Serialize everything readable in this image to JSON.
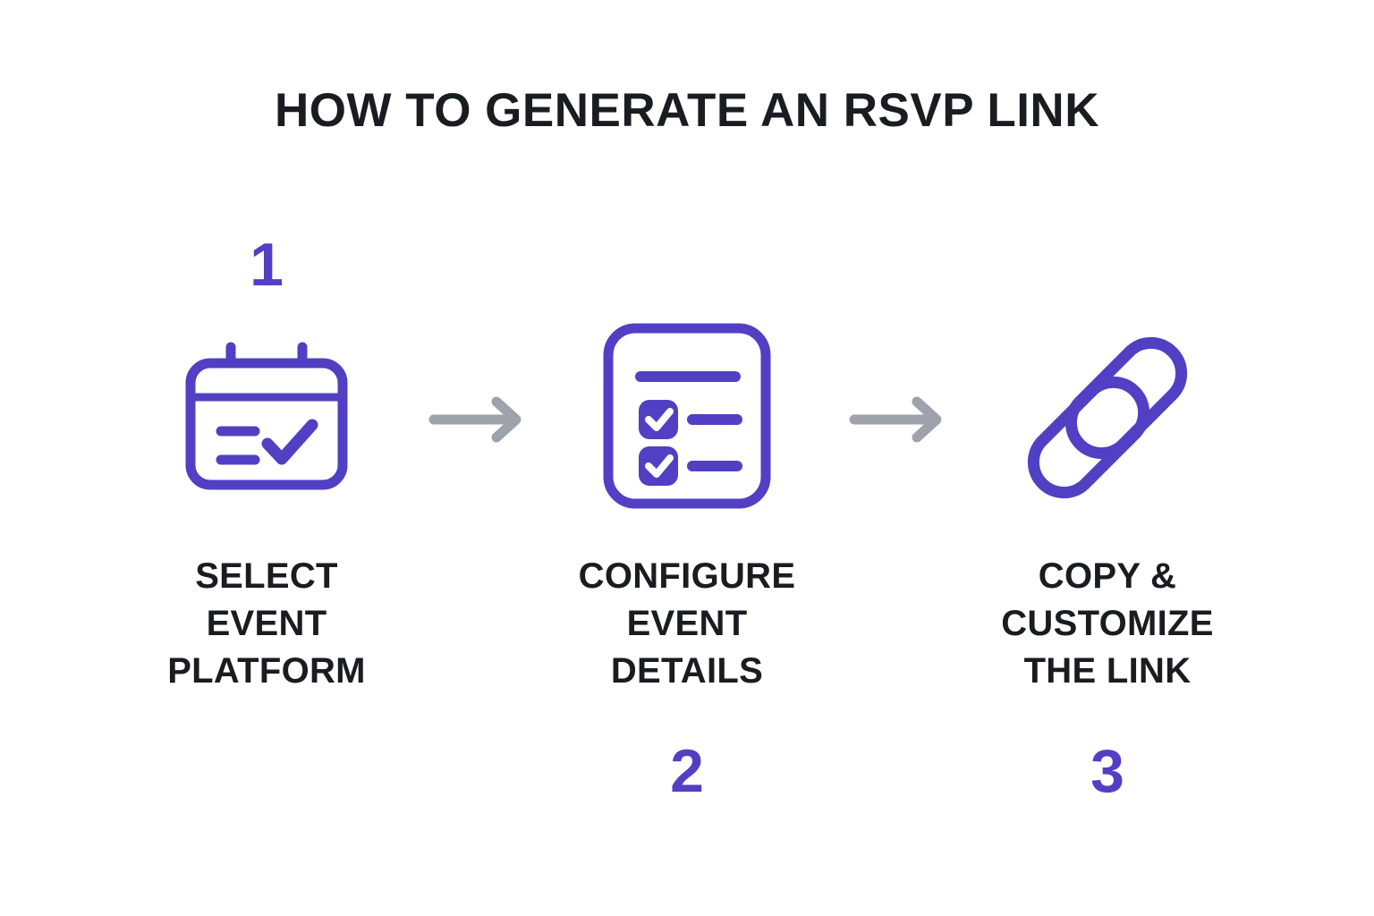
{
  "page": {
    "title": "HOW TO GENERATE AN RSVP LINK",
    "background_color": "#ffffff",
    "accent_color": "#5140c4",
    "text_color": "#191d21",
    "arrow_color": "#9ea3ab"
  },
  "steps": [
    {
      "number": "1",
      "number_position": "above-icon",
      "icon": "calendar-check-icon",
      "label": "SELECT\nEVENT\nPLATFORM"
    },
    {
      "number": "2",
      "number_position": "below-label",
      "icon": "checklist-document-icon",
      "label": "CONFIGURE\nEVENT\nDETAILS"
    },
    {
      "number": "3",
      "number_position": "below-label",
      "icon": "chain-link-icon",
      "label": "COPY &\nCUSTOMIZE\nTHE LINK"
    }
  ],
  "connectors": [
    {
      "icon": "arrow-right-icon",
      "between": "1-2"
    },
    {
      "icon": "arrow-right-icon",
      "between": "2-3"
    }
  ]
}
